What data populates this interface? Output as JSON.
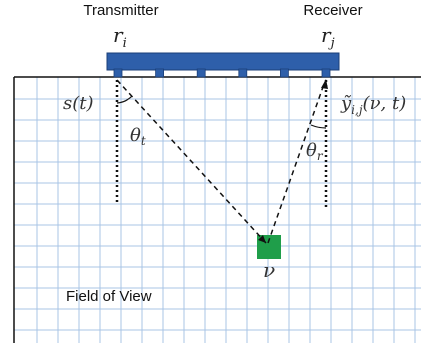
{
  "labels": {
    "transmitter": "Transmitter",
    "receiver": "Receiver",
    "tx_element": "r",
    "tx_element_sub": "i",
    "rx_element": "r",
    "rx_element_sub": "j",
    "transmit_signal": "s(t)",
    "received_signal": "ỹ",
    "received_signal_sub": "i,j",
    "received_signal_args": "(ν, t)",
    "transmit_angle": "θ",
    "transmit_angle_sub": "t",
    "receive_angle": "θ",
    "receive_angle_sub": "r",
    "scatterer": "ν",
    "region": "Field of View"
  },
  "colors": {
    "array_bar": "#2e5faa",
    "array_bar_edge": "#1b3f78",
    "grid_line": "#a9c4e6",
    "border": "#111111",
    "scatterer": "#1f9e4a",
    "text": "#111111"
  },
  "array": {
    "element_count": 6
  }
}
